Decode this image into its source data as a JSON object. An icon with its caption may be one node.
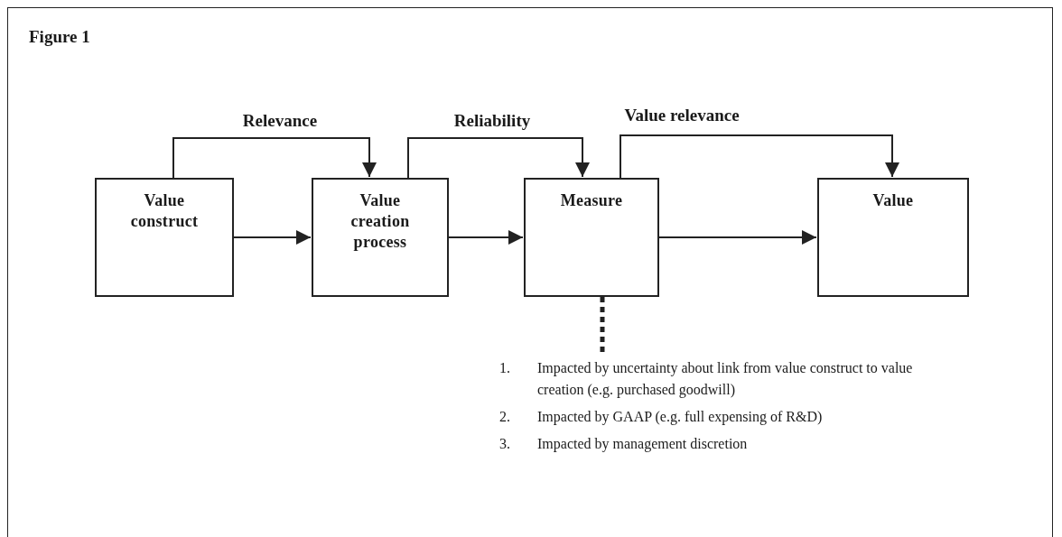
{
  "diagram": {
    "title": "Figure 1",
    "nodes": [
      {
        "text": [
          "Value construct"
        ]
      },
      {
        "text": [
          "Value creation process"
        ]
      },
      {
        "text": [
          "Measure"
        ]
      },
      {
        "text": [
          "Value"
        ]
      },
      {
        "text": [
          "1.",
          "Impacted by uncertainty about link from value construct to value creation (e.g. purchased goodwill)",
          "2.",
          "Impacted by GAAP (e.g. full expensing of R&D)",
          "3.",
          "Impacted by management discretion"
        ]
      }
    ],
    "edges": [
      {
        "from": 0,
        "to": 1,
        "arrow": "to"
      },
      {
        "from": 1,
        "to": 2,
        "arrow": "to"
      },
      {
        "from": 2,
        "to": 3,
        "arrow": "to"
      },
      {
        "from": 0,
        "to": 1,
        "arrow": "to",
        "label": "Relevance"
      },
      {
        "from": 1,
        "to": 2,
        "arrow": "to",
        "label": "Reliability"
      },
      {
        "from": 2,
        "to": 3,
        "arrow": "to",
        "label": "Value relevance"
      },
      {
        "from": 2,
        "to": 4,
        "arrow": "none",
        "style": "dashed"
      }
    ]
  }
}
